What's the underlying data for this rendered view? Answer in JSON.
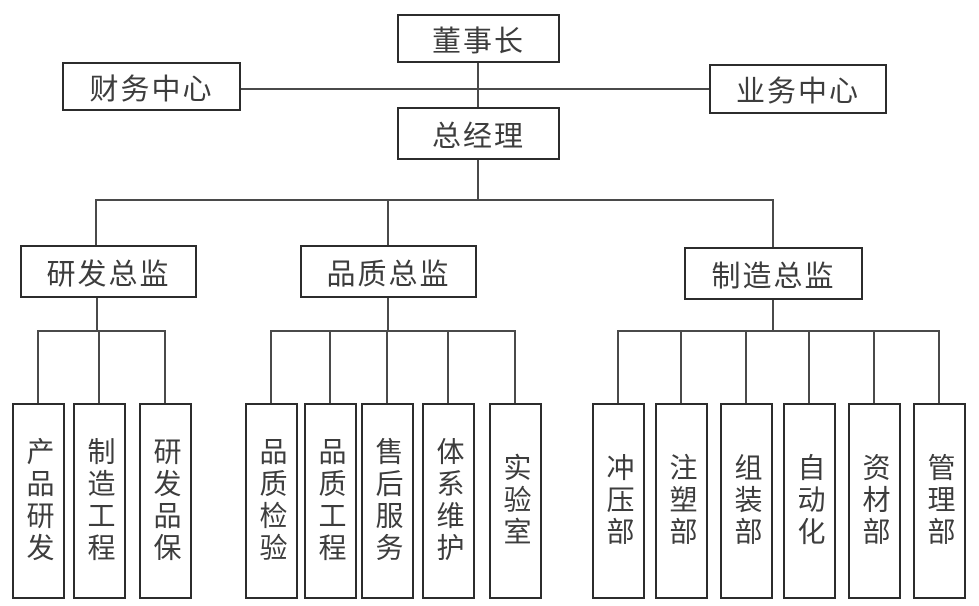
{
  "chart": {
    "type": "org-tree",
    "nodes": {
      "chairman": "董事长",
      "finance_center": "财务中心",
      "business_center": "业务中心",
      "general_manager": "总经理",
      "directors": [
        {
          "label": "研发总监",
          "departments": [
            "产品研发",
            "制造工程",
            "研发品保"
          ]
        },
        {
          "label": "品质总监",
          "departments": [
            "品质检验",
            "品质工程",
            "售后服务",
            "体系维护",
            "实验室"
          ]
        },
        {
          "label": "制造总监",
          "departments": [
            "冲压部",
            "注塑部",
            "组装部",
            "自动化",
            "资材部",
            "管理部"
          ]
        }
      ]
    },
    "colors": {
      "background": "#ffffff",
      "box_border": "#2c2c2c",
      "text": "#3d3d3d",
      "line": "#4a4a4a"
    }
  }
}
